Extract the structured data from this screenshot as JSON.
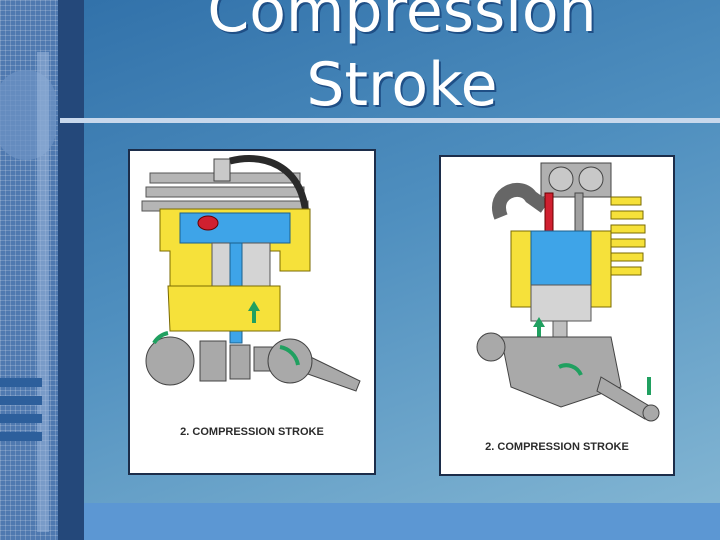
{
  "slide": {
    "title_line1": "Compression",
    "title_line2": "Stroke"
  },
  "figures": [
    {
      "caption": "2. COMPRESSION STROKE",
      "diagram_icon": "two-stroke-engine-cutaway"
    },
    {
      "caption": "2. COMPRESSION STROKE",
      "diagram_icon": "four-stroke-engine-cutaway"
    }
  ],
  "colors": {
    "background": "#4f8fbf",
    "engine_yellow": "#f6e13a",
    "charge_blue": "#3ea4e8",
    "metal_gray": "#9a9a9a",
    "arrow_green": "#20a060"
  }
}
